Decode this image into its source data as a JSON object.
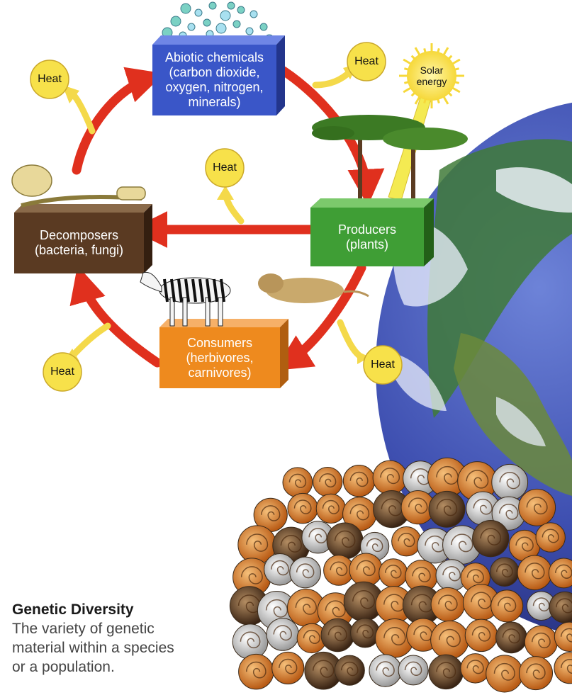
{
  "diagram": {
    "nodes": {
      "abiotic": {
        "line1": "Abiotic chemicals",
        "line2": "(carbon dioxide,",
        "line3": "oxygen, nitrogen,",
        "line4": "minerals)"
      },
      "producers": {
        "line1": "Producers",
        "line2": "(plants)"
      },
      "decomposers": {
        "line1": "Decomposers",
        "line2": "(bacteria, fungi)"
      },
      "consumers": {
        "line1": "Consumers",
        "line2": "(herbivores,",
        "line3": "carnivores)"
      }
    },
    "heat_label": "Heat",
    "solar": {
      "line1": "Solar",
      "line2": "energy"
    }
  },
  "caption": {
    "title": "Genetic Diversity",
    "line1": "The variety of genetic",
    "line2": "material within a species",
    "line3": "or a population."
  },
  "colors": {
    "abiotic": "#3a56c8",
    "producers": "#3f9e35",
    "decomposers": "#5a3a22",
    "consumers": "#ee8a1e",
    "cycle_arrow": "#e0301e",
    "heat_arrow": "#f4d94a",
    "heat_circle": "#f7e14a"
  }
}
